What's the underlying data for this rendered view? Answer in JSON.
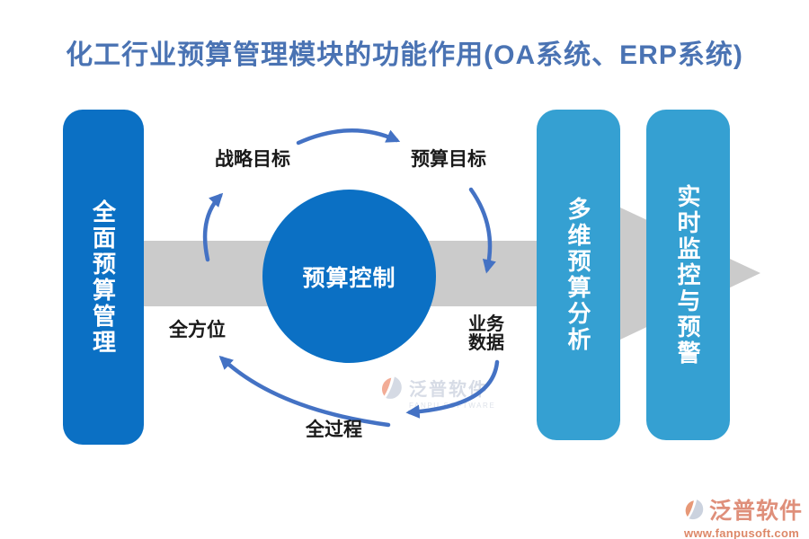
{
  "title": "化工行业预算管理模块的功能作用(OA系统、ERP系统)",
  "left_panel": {
    "label": "全面预算管理"
  },
  "center_circle": {
    "label": "预算控制"
  },
  "cycle_labels": {
    "top_left": "战略目标",
    "top_right": "预算目标",
    "right": "业务\n数据",
    "bottom": "全过程",
    "left": "全方位"
  },
  "right_panels": [
    {
      "label": "多维预算分析"
    },
    {
      "label": "实时监控与预警"
    }
  ],
  "watermark_center": {
    "name": "泛普软件",
    "subtitle": "FANPU SOFTWARE"
  },
  "watermark_corner": {
    "name": "泛普软件",
    "url": "www.fanpusoft.com"
  },
  "colors": {
    "primary_blue": "#0B70C4",
    "light_blue": "#35A0D2",
    "arrow_blue": "#4472C4",
    "flow_gray": "#CBCBCB",
    "title_blue": "#4A73B3",
    "watermark_salmon": "#DF8F7A"
  }
}
